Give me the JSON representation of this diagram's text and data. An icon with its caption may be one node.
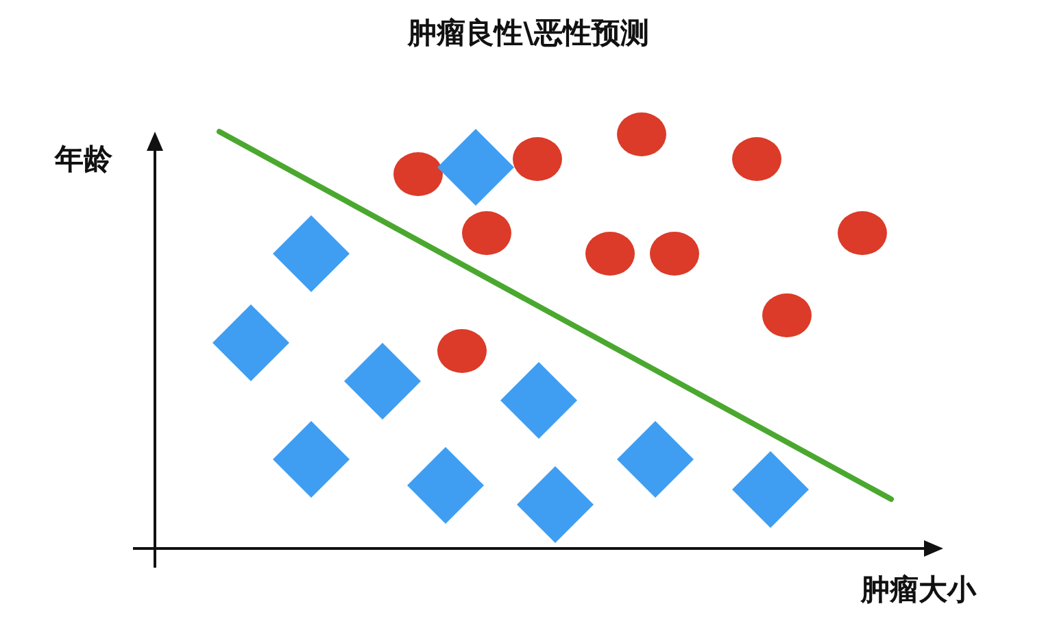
{
  "diagram": {
    "title": "肿瘤良性\\恶性预测",
    "labels": [
      "年龄",
      "肿瘤大小"
    ]
  }
}
